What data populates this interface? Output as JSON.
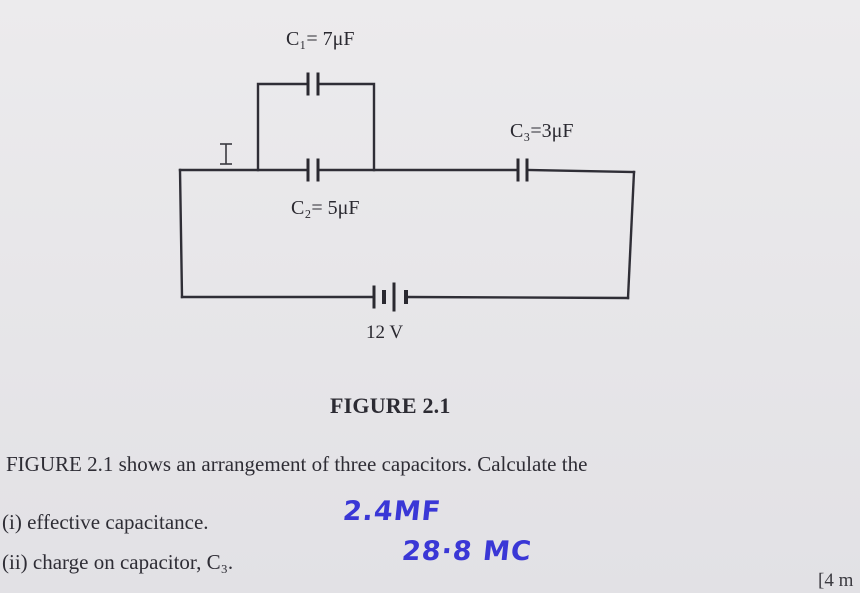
{
  "figure": {
    "c1_label": "C₁= 7μF",
    "c2_label": "C₂= 5μF",
    "c3_label": "C₃=3μF",
    "voltage_label": "12 V",
    "caption": "FIGURE 2.1"
  },
  "question": {
    "intro": "FIGURE 2.1 shows an arrangement of three capacitors. Calculate the",
    "part_i": "(i)   effective capacitance.",
    "part_ii": "(ii)  charge on capacitor, C₃.",
    "answer_i": "2.4MF",
    "answer_ii": "28·8 MC",
    "marks": "[4 m"
  },
  "colors": {
    "ink": "#2c2b33",
    "handwriting": "#3a37d6",
    "paper": "#e9e8ea"
  }
}
